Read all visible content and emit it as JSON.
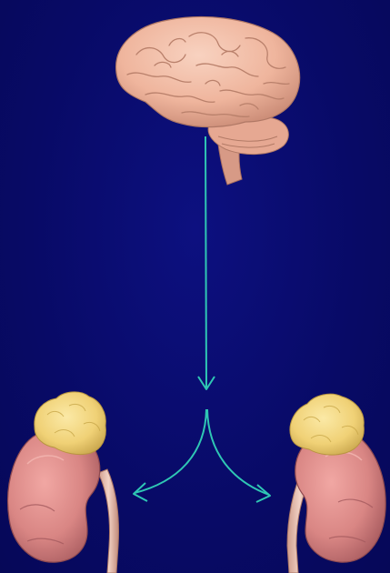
{
  "diagram": {
    "nodes": [
      {
        "id": "brain",
        "icon": "brain-icon"
      },
      {
        "id": "left-kidney-adrenal",
        "icon": "kidney-adrenal-icon"
      },
      {
        "id": "right-kidney-adrenal",
        "icon": "kidney-adrenal-icon"
      }
    ],
    "edges": [
      {
        "from": "brain",
        "to": "branch-point"
      },
      {
        "from": "branch-point",
        "to": "left-kidney-adrenal"
      },
      {
        "from": "branch-point",
        "to": "right-kidney-adrenal"
      }
    ]
  },
  "colors": {
    "background": "#0a0c6e",
    "arrow": "#2fc7b4",
    "brain": "#f0b7a0",
    "brain_shadow": "#c98a75",
    "kidney": "#d98684",
    "kidney_shadow": "#a85a5c",
    "adrenal": "#f2d77c",
    "adrenal_shadow": "#c9a84a",
    "ureter": "#e8c0b0"
  }
}
